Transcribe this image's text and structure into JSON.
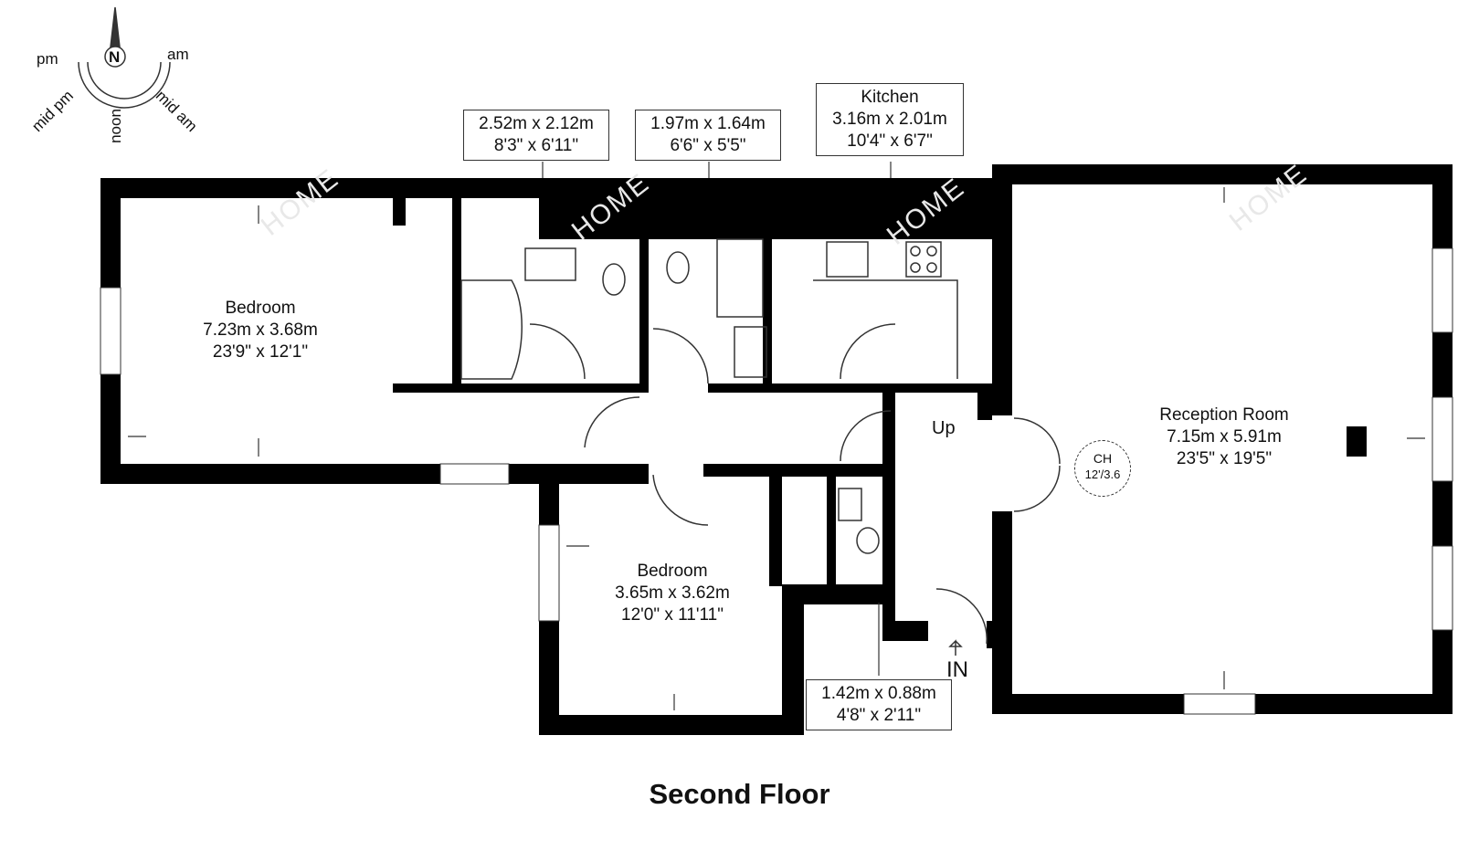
{
  "floor_title": "Second Floor",
  "compass": {
    "north": "N",
    "pm": "pm",
    "am": "am",
    "mid_pm": "mid pm",
    "noon": "noon",
    "mid_am": "mid am"
  },
  "rooms": {
    "bedroom1": {
      "name": "Bedroom",
      "metric": "7.23m x 3.68m",
      "imperial": "23'9\" x 12'1\""
    },
    "bathroom": {
      "metric": "2.52m x 2.12m",
      "imperial": "8'3\" x 6'11\""
    },
    "shower": {
      "metric": "1.97m x 1.64m",
      "imperial": "6'6\" x 5'5\""
    },
    "kitchen": {
      "name": "Kitchen",
      "metric": "3.16m x 2.01m",
      "imperial": "10'4\" x 6'7\""
    },
    "reception": {
      "name": "Reception Room",
      "metric": "7.15m x 5.91m",
      "imperial": "23'5\" x 19'5\""
    },
    "bedroom2": {
      "name": "Bedroom",
      "metric": "3.65m x 3.62m",
      "imperial": "12'0\" x 11'11\""
    },
    "store": {
      "metric": "1.42m x 0.88m",
      "imperial": "4'8\" x 2'11\""
    }
  },
  "ceiling_height": {
    "label": "CH",
    "value": "12'/3.6"
  },
  "stairs_label": "Up",
  "entrance_label": "IN",
  "watermark": "HOME"
}
